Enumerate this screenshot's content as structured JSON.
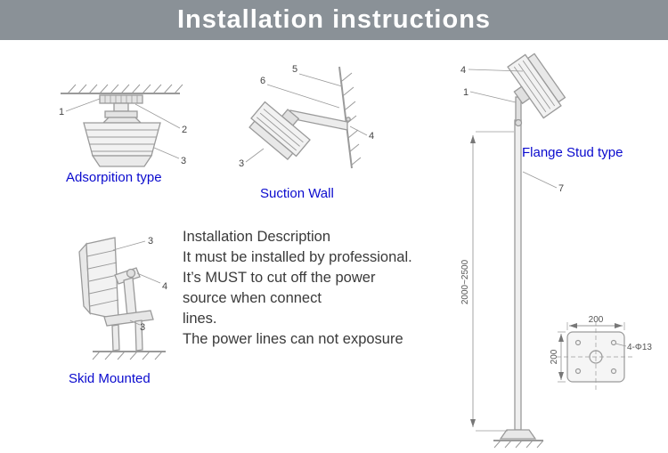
{
  "header": {
    "title": "Installation instructions"
  },
  "colors": {
    "banner_gray": "#8a9197",
    "label_blue": "#0a0ace",
    "line_gray": "#9a9a9a"
  },
  "diagrams": {
    "adsorption": {
      "label": "Adsorpition type",
      "callout_1": "1",
      "callout_2": "2",
      "callout_3": "3"
    },
    "suction_wall": {
      "label": "Suction Wall",
      "callout_3": "3",
      "callout_4": "4",
      "callout_5": "5",
      "callout_6": "6"
    },
    "flange_stud": {
      "label": "Flange Stud type",
      "callout_1": "1",
      "callout_4": "4",
      "callout_7": "7",
      "pole_height": "2000~2500"
    },
    "flange_plate": {
      "dim_top": "200",
      "dim_side": "200",
      "holes": "4-Φ13"
    },
    "skid": {
      "label": "Skid Mounted",
      "callout_3_top": "3",
      "callout_4": "4",
      "callout_3_bottom": "3"
    }
  },
  "description": {
    "title": "Installation Description",
    "line1": "It must be installed by professional.",
    "line2": "It’s MUST to cut off the power",
    "line3": "source when connect",
    "line4": "lines.",
    "line5": "The power lines can not exposure"
  }
}
